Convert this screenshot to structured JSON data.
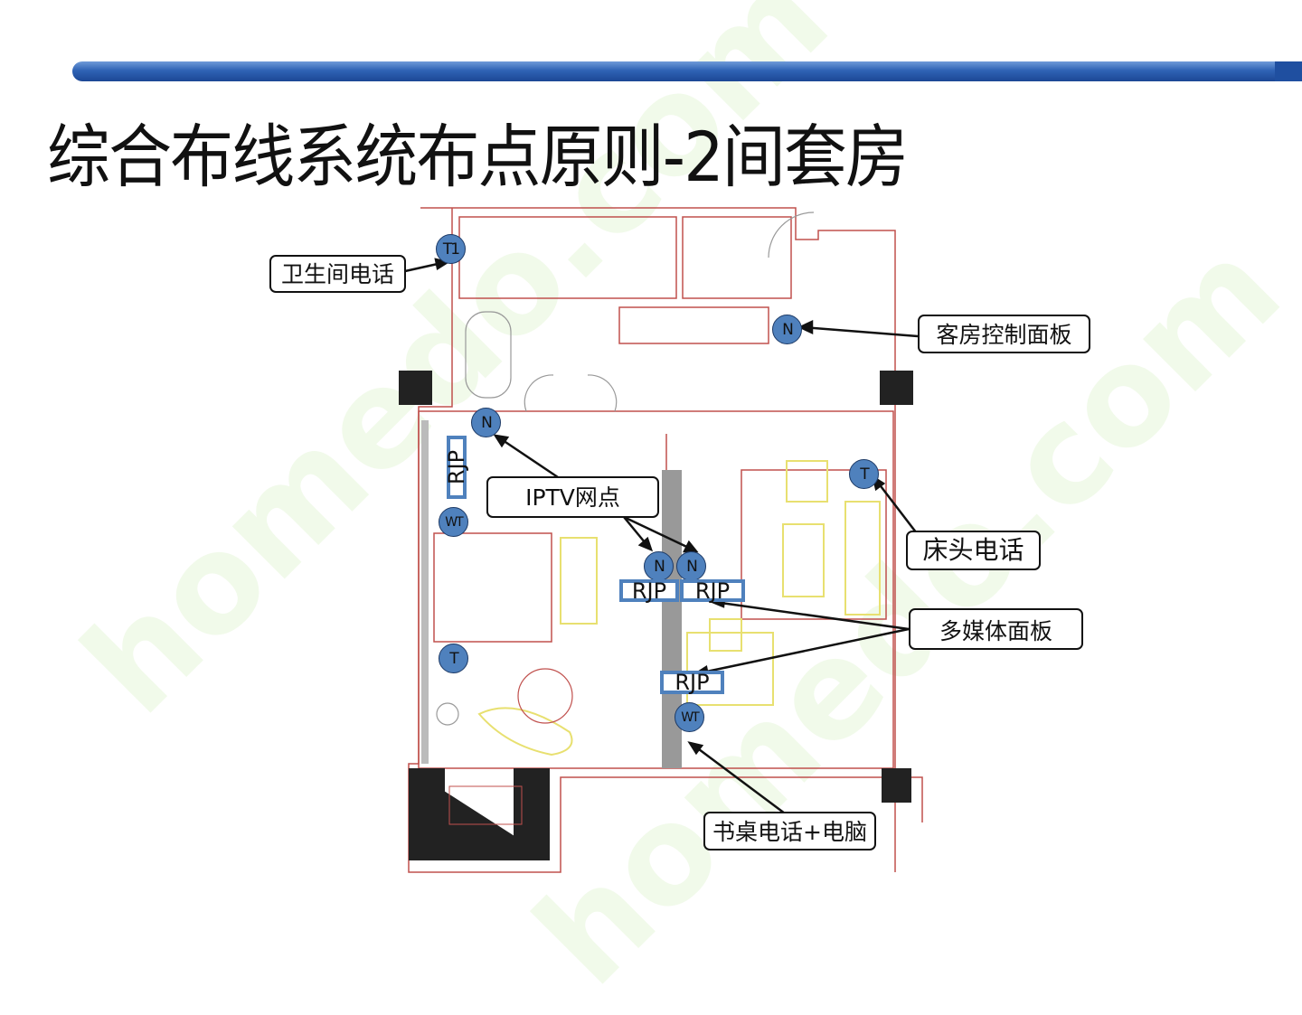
{
  "slide": {
    "title": "综合布线系统布点原则-2间套房",
    "watermark": "homedo.com"
  },
  "colors": {
    "marker": "#4f81bd",
    "bar": "#2f63b5",
    "wall": "#c0504d",
    "furniture": "#e8e070"
  },
  "callouts": {
    "bathroom_phone": "卫生间电话",
    "room_control_panel": "客房控制面板",
    "iptv_point": "IPTV网点",
    "bedside_phone": "床头电话",
    "multimedia_panel": "多媒体面板",
    "desk_phone_pc": "书桌电话+电脑"
  },
  "markers": {
    "t1": "T1",
    "n": "N",
    "t": "T",
    "wt": "WT",
    "rjp": "RJP"
  }
}
